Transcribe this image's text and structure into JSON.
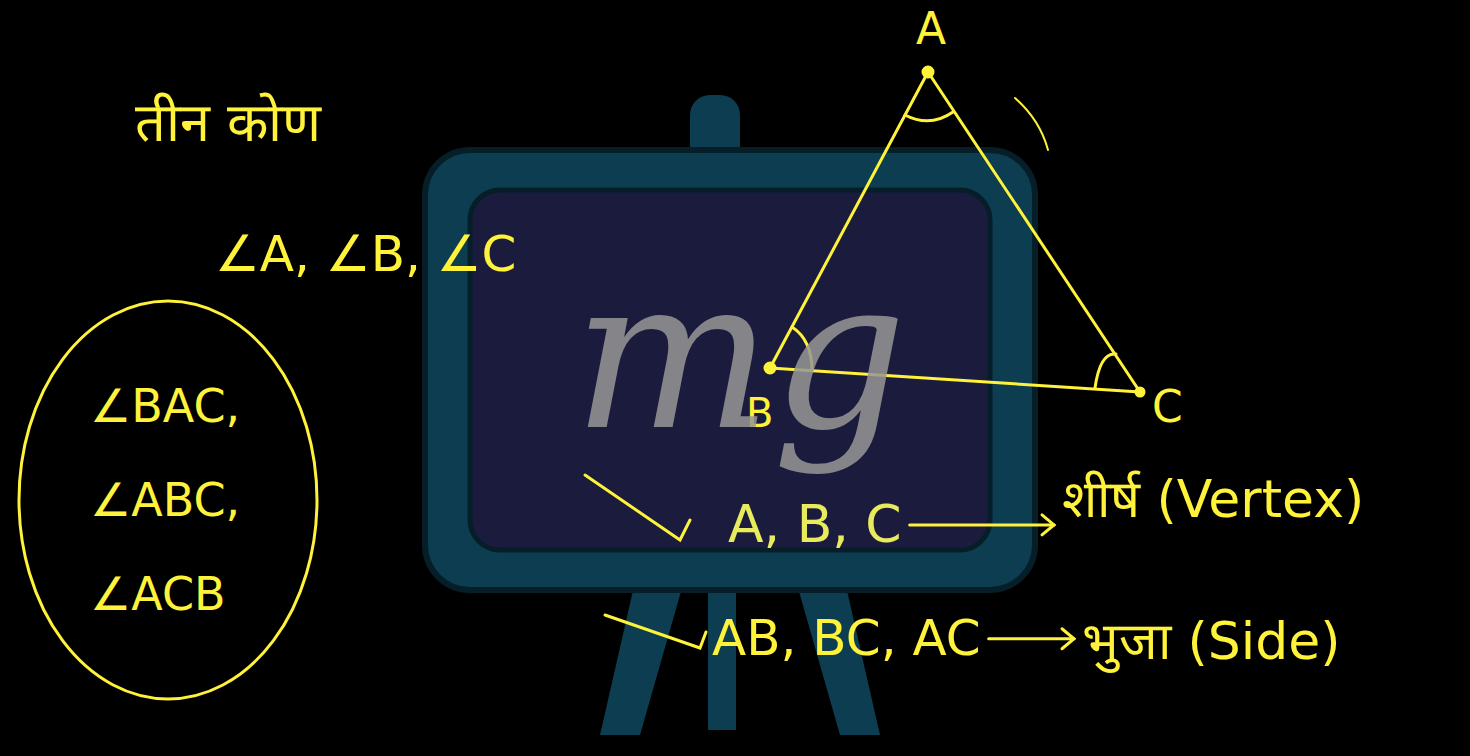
{
  "diagram": {
    "nodes": [
      {
        "text": [
          "∠BAC, ∠ABC, ∠ACB"
        ]
      }
    ],
    "labels": [
      "तीन कोण",
      "∠A, ∠B, ∠C",
      "A",
      "B",
      "C",
      "A, B, C",
      "शीर्ष (Vertex)",
      "AB, BC, AC",
      "भुजा (Side)",
      "mg"
    ]
  }
}
